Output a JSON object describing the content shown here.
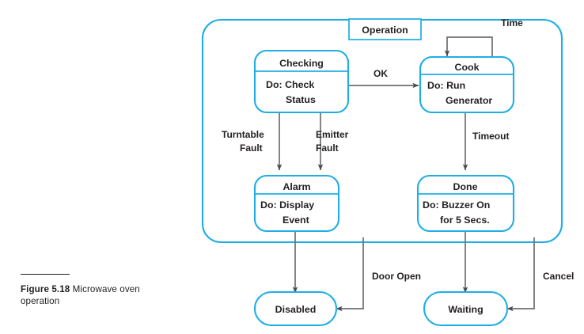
{
  "figure": {
    "caption_label": "Figure 5.18",
    "caption_text": "Microwave oven operation"
  },
  "diagram": {
    "type": "uml-state-machine",
    "container_label": "Operation",
    "accent_color": "#1eaee5",
    "line_color": "#6d6e71",
    "text_color": "#231f20",
    "states": [
      {
        "id": "checking",
        "title": "Checking",
        "body_line1": "Do: Check",
        "body_line2": "Status",
        "inside_container": true
      },
      {
        "id": "cook",
        "title": "Cook",
        "body_line1": "Do: Run",
        "body_line2": "Generator",
        "inside_container": true
      },
      {
        "id": "alarm",
        "title": "Alarm",
        "body_line1": "Do: Display",
        "body_line2": "Event",
        "inside_container": true
      },
      {
        "id": "done",
        "title": "Done",
        "body_line1": "Do: Buzzer On",
        "body_line2": "for 5 Secs.",
        "inside_container": true
      },
      {
        "id": "disabled",
        "title": "Disabled",
        "inside_container": false
      },
      {
        "id": "waiting",
        "title": "Waiting",
        "inside_container": false
      }
    ],
    "transitions": [
      {
        "id": "t-ok",
        "from": "checking",
        "to": "cook",
        "label": "OK"
      },
      {
        "id": "t-time",
        "from": "cook",
        "to": "cook",
        "label": "Time"
      },
      {
        "id": "t-turntable",
        "from": "checking",
        "to": "alarm",
        "label_line1": "Turntable",
        "label_line2": "Fault"
      },
      {
        "id": "t-emitter",
        "from": "checking",
        "to": "alarm",
        "label_line1": "Emitter",
        "label_line2": "Fault"
      },
      {
        "id": "t-timeout",
        "from": "cook",
        "to": "done",
        "label": "Timeout"
      },
      {
        "id": "t-alarm-disabled",
        "from": "alarm",
        "to": "disabled",
        "label": ""
      },
      {
        "id": "t-done-waiting",
        "from": "done",
        "to": "waiting",
        "label": ""
      },
      {
        "id": "t-door-open",
        "from": "operation",
        "to": "disabled",
        "label": "Door Open"
      },
      {
        "id": "t-cancel",
        "from": "operation",
        "to": "waiting",
        "label": "Cancel"
      }
    ]
  }
}
